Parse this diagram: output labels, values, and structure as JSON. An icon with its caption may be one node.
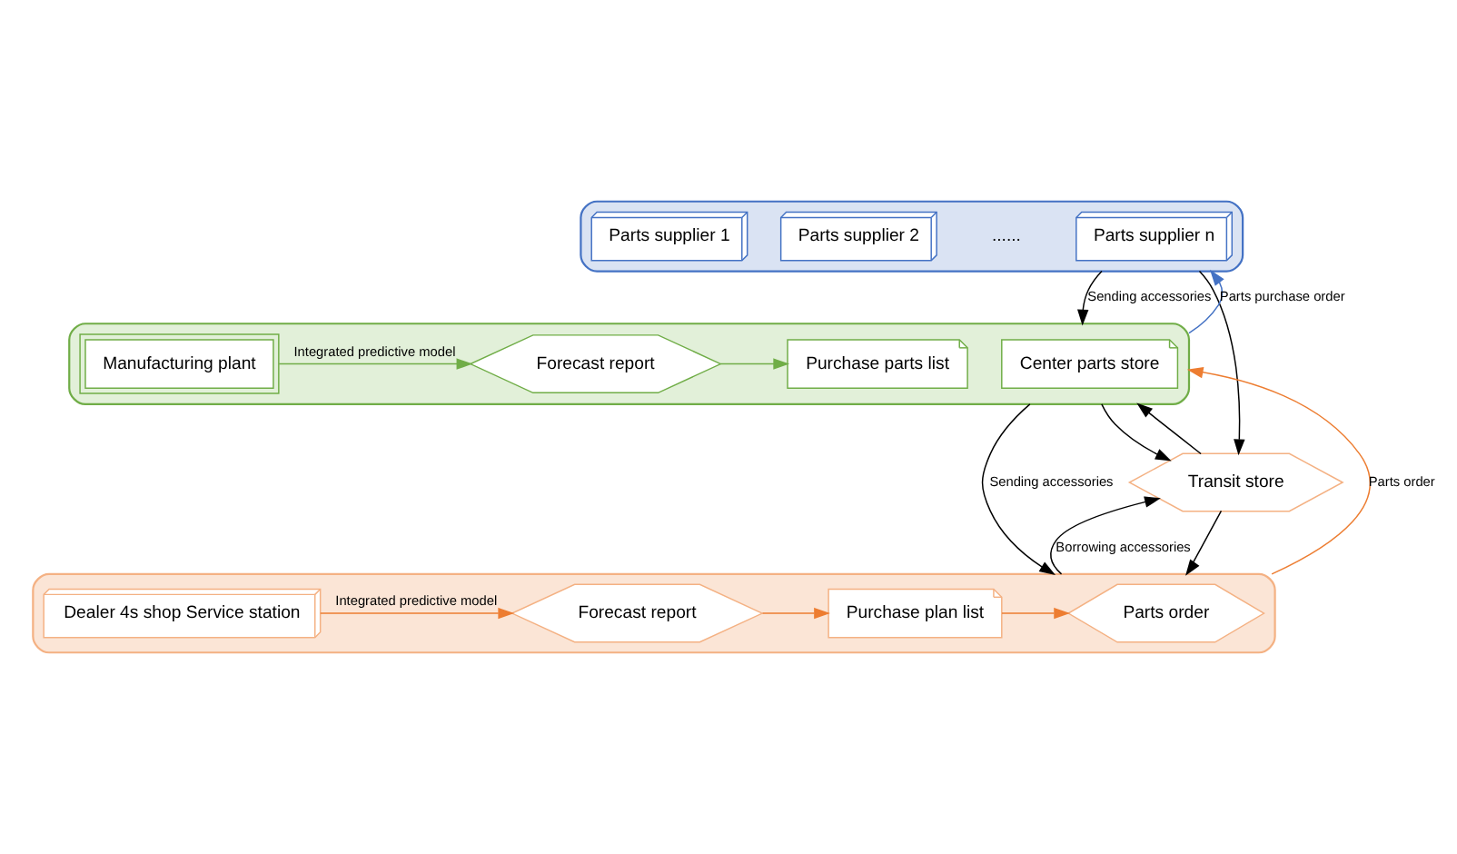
{
  "diagram": {
    "nodes": [
      {
        "text": [],
        "shape": "box"
      },
      {
        "text": [
          "Parts supplier 1"
        ],
        "in": 0
      },
      {
        "text": [
          "Parts supplier 2"
        ],
        "in": 0
      },
      {
        "text": [
          "Parts supplier n"
        ],
        "in": 0
      },
      {
        "text": [],
        "shape": "box"
      },
      {
        "text": [
          "Purchase parts list"
        ],
        "in": 4
      },
      {
        "text": [
          "Forecast report"
        ],
        "in": 4
      },
      {
        "text": [
          "Manufacturing plant"
        ],
        "in": 4
      },
      {
        "text": [
          "Center parts store"
        ],
        "in": 4
      },
      {
        "text": [
          "Transit store"
        ]
      },
      {
        "text": [],
        "shape": "box"
      },
      {
        "text": [
          "Dealer 4s shop Service station"
        ],
        "in": 10
      },
      {
        "text": [
          "Forecast report"
        ],
        "in": 10
      },
      {
        "text": [
          "Purchase plan list"
        ],
        "in": 10
      },
      {
        "text": [
          "Parts order"
        ],
        "in": 10
      }
    ],
    "edges": [
      {
        "from": 0,
        "to": 4,
        "arrow": "to",
        "label": "Sending accessories"
      },
      {
        "from": 0,
        "to": 9,
        "arrow": "to"
      },
      {
        "from": 4,
        "to": 0,
        "arrow": "to",
        "label": "Parts purchase order",
        "color": "#4472c4"
      },
      {
        "from": 7,
        "to": 6,
        "arrow": "to",
        "label": "Integrated predictive model",
        "color": "#70ad47"
      },
      {
        "from": 6,
        "to": 5,
        "arrow": "to",
        "color": "#70ad47"
      },
      {
        "from": 4,
        "to": 9,
        "arrow": "to"
      },
      {
        "from": 9,
        "to": 4,
        "arrow": "to"
      },
      {
        "from": 4,
        "to": 10,
        "arrow": "to",
        "label": "Sending accessories"
      },
      {
        "from": 10,
        "to": 4,
        "arrow": "to",
        "label": "Parts order",
        "color": "#ed7d31"
      },
      {
        "from": 9,
        "to": 10,
        "arrow": "to"
      },
      {
        "from": 10,
        "to": 9,
        "arrow": "to",
        "label": "Borrowing accessories"
      },
      {
        "from": 11,
        "to": 12,
        "arrow": "to",
        "label": "Integrated predictive model",
        "color": "#ed7d31"
      },
      {
        "from": 12,
        "to": 13,
        "arrow": "to",
        "color": "#ed7d31"
      },
      {
        "from": 13,
        "to": 14,
        "arrow": "to",
        "color": "#ed7d31"
      }
    ],
    "labels": [
      "......"
    ]
  }
}
